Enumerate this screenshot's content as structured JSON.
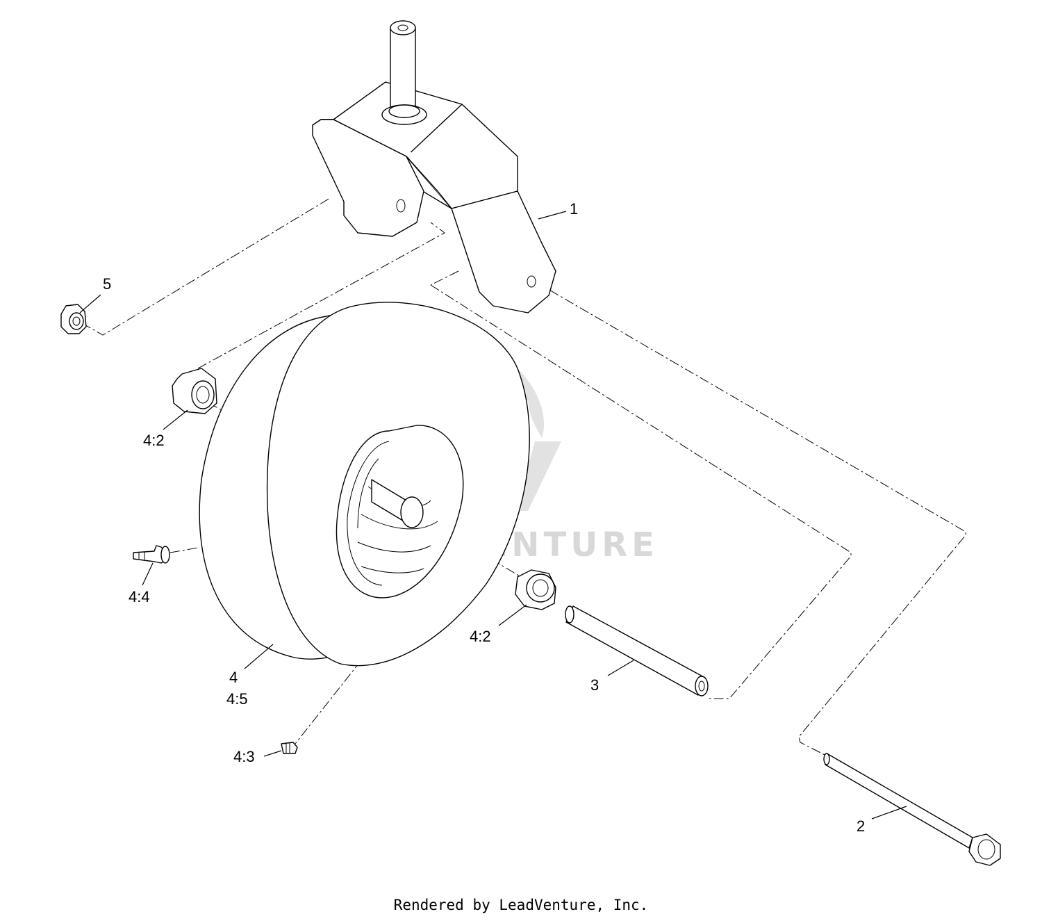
{
  "diagram": {
    "callouts": {
      "c1": "1",
      "c2": "2",
      "c3": "3",
      "c4": "4",
      "c4_5": "4:5",
      "c4_2_top": "4:2",
      "c4_2_bottom": "4:2",
      "c4_3": "4:3",
      "c4_4": "4:4",
      "c5": "5"
    },
    "watermark": "LEADVENTURE"
  },
  "footer": {
    "text": "Rendered by LeadVenture, Inc."
  }
}
